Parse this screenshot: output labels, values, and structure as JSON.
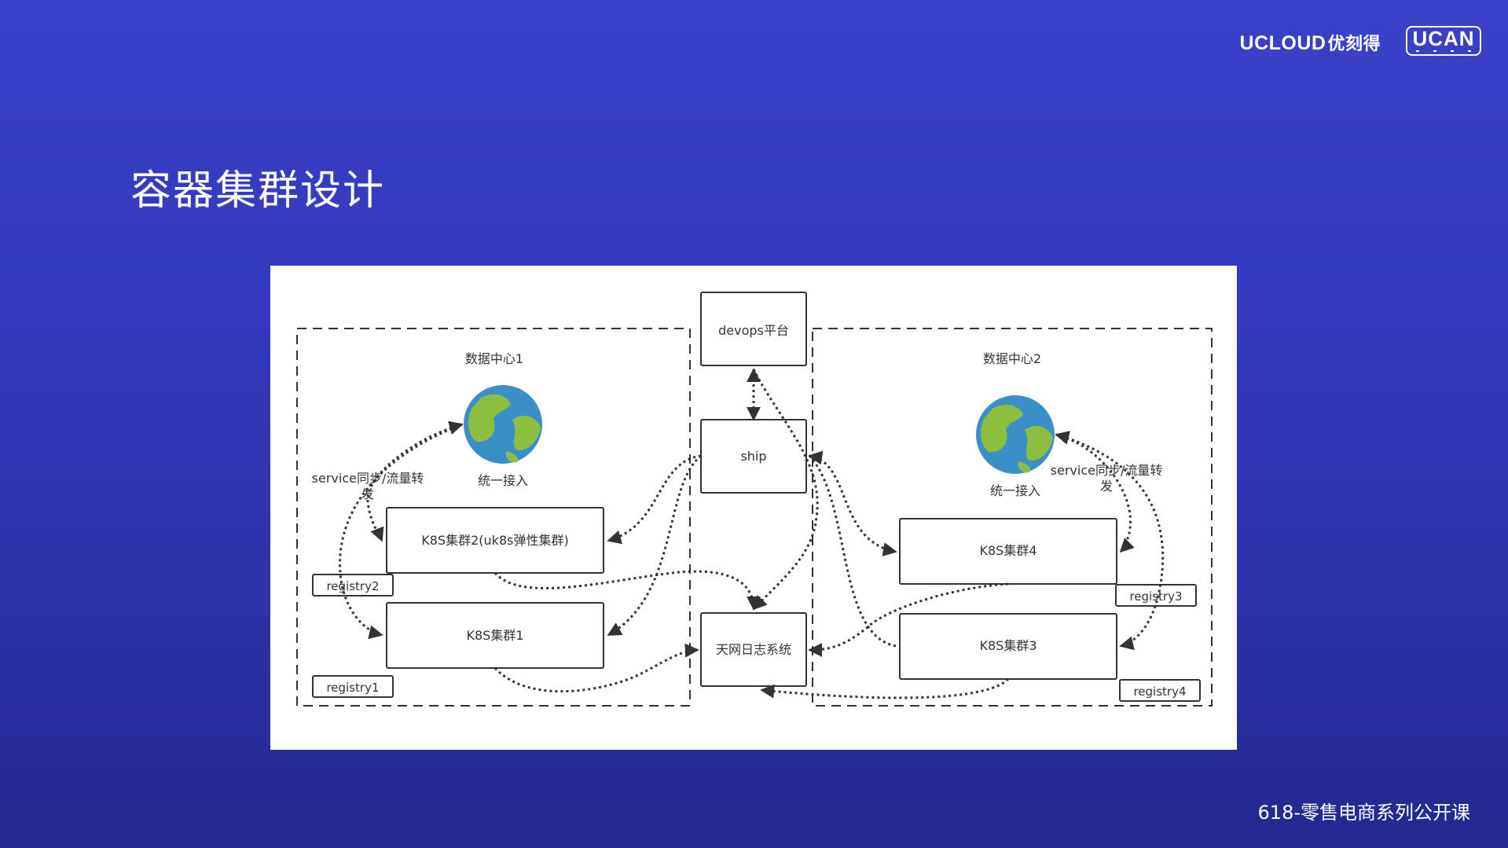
{
  "brand": {
    "name": "UCLOUD",
    "name_cn": "优刻得",
    "badge": "UCAN"
  },
  "title": "容器集群设计",
  "footer": "618-零售电商系列公开课",
  "diagram": {
    "center": {
      "devops": "devops平台",
      "ship": "ship",
      "log": "天网日志系统"
    },
    "dc1": {
      "label": "数据中心1",
      "access": "统一接入",
      "sync_line1": "service同步/流量转",
      "sync_line2": "发",
      "cluster2": "K8S集群2(uk8s弹性集群)",
      "cluster1": "K8S集群1",
      "registry2": "registry2",
      "registry1": "registry1"
    },
    "dc2": {
      "label": "数据中心2",
      "access": "统一接入",
      "sync_line1": "service同步/流量转",
      "sync_line2": "发",
      "cluster4": "K8S集群4",
      "cluster3": "K8S集群3",
      "registry3": "registry3",
      "registry4": "registry4"
    },
    "colors": {
      "ocean": "#3a8fc8",
      "land": "#8cbf3f",
      "line": "#333333"
    }
  }
}
